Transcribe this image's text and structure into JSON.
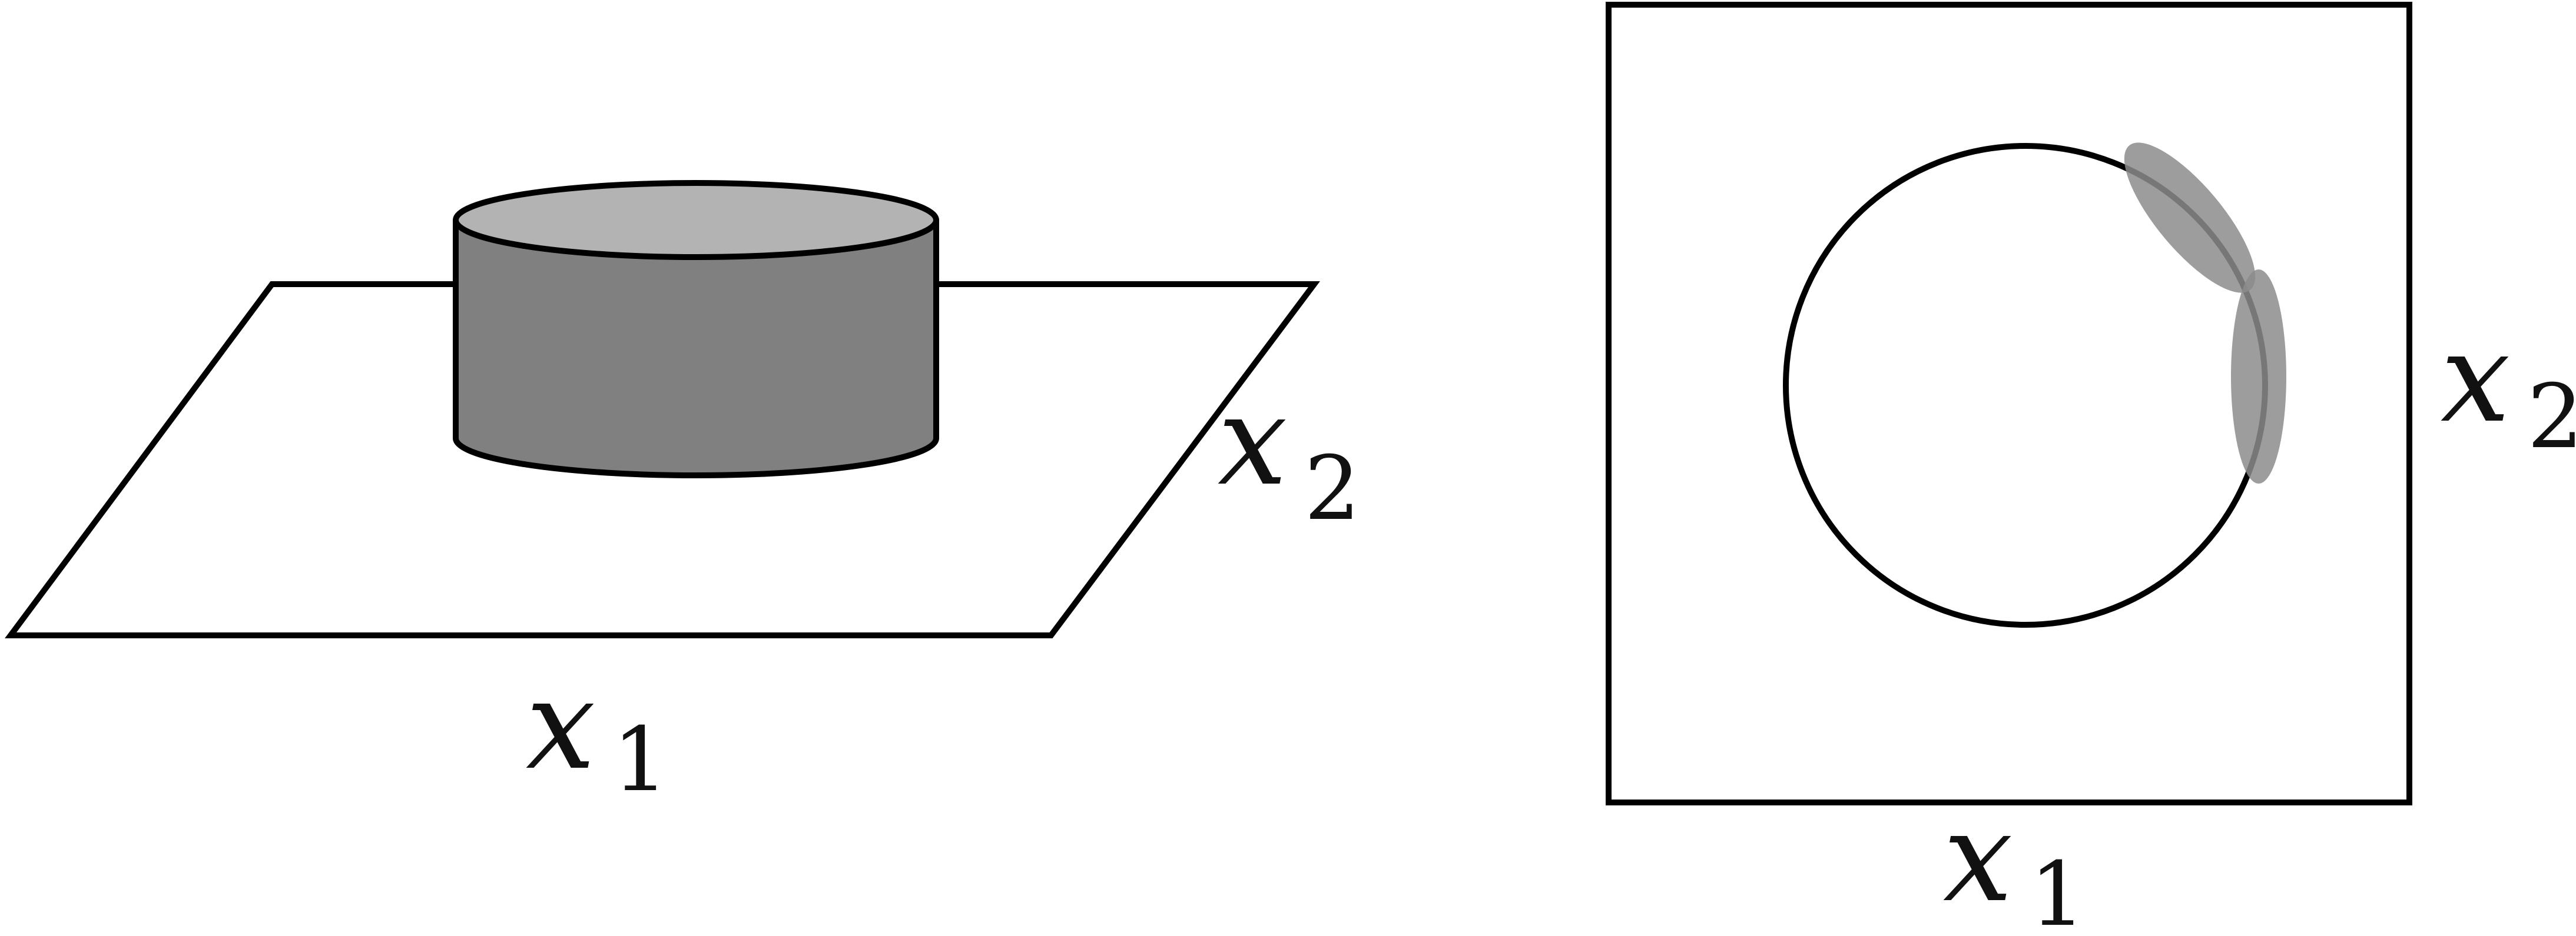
{
  "left_panel": {
    "x_label": {
      "symbol": "x",
      "subscript": "1"
    },
    "y_label": {
      "symbol": "x",
      "subscript": "2"
    }
  },
  "right_panel": {
    "x_label": {
      "symbol": "x",
      "subscript": "1"
    },
    "y_label": {
      "symbol": "x",
      "subscript": "2"
    }
  },
  "colors": {
    "stroke": "#000000",
    "cylinder_side": "#808080",
    "cylinder_top": "#b3b3b3",
    "shaded_region": "#8c8c8c"
  }
}
